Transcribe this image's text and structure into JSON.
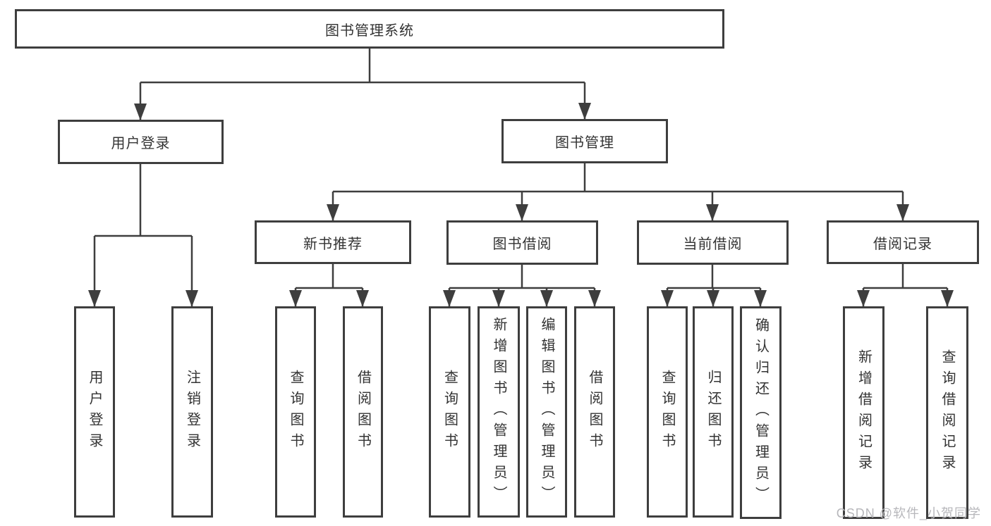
{
  "diagram": {
    "title": "图书管理系统",
    "level2": {
      "user_login": "用户登录",
      "book_mgmt": "图书管理"
    },
    "level3": {
      "new_books": "新书推荐",
      "borrowing": "图书借阅",
      "current": "当前借阅",
      "records": "借阅记录"
    },
    "leaves": {
      "login": "用户登录",
      "logout": "注销登录",
      "nb_query": "查询图书",
      "nb_borrow": "借阅图书",
      "bw_query": "查询图书",
      "bw_add": "新增图书（管理员）",
      "bw_edit": "编辑图书（管理员）",
      "bw_borrow": "借阅图书",
      "cu_query": "查询图书",
      "cu_return": "归还图书",
      "cu_confirm": "确认归还（管理员）",
      "rec_add": "新增借阅记录",
      "rec_query": "查询借阅记录"
    }
  },
  "watermark": "CSDN @软件_小贺同学",
  "colors": {
    "line": "#3e3e3e",
    "box_border": "#3e3e3e",
    "text": "#333333",
    "watermark": "#b7b7bb",
    "background": "#ffffff"
  }
}
